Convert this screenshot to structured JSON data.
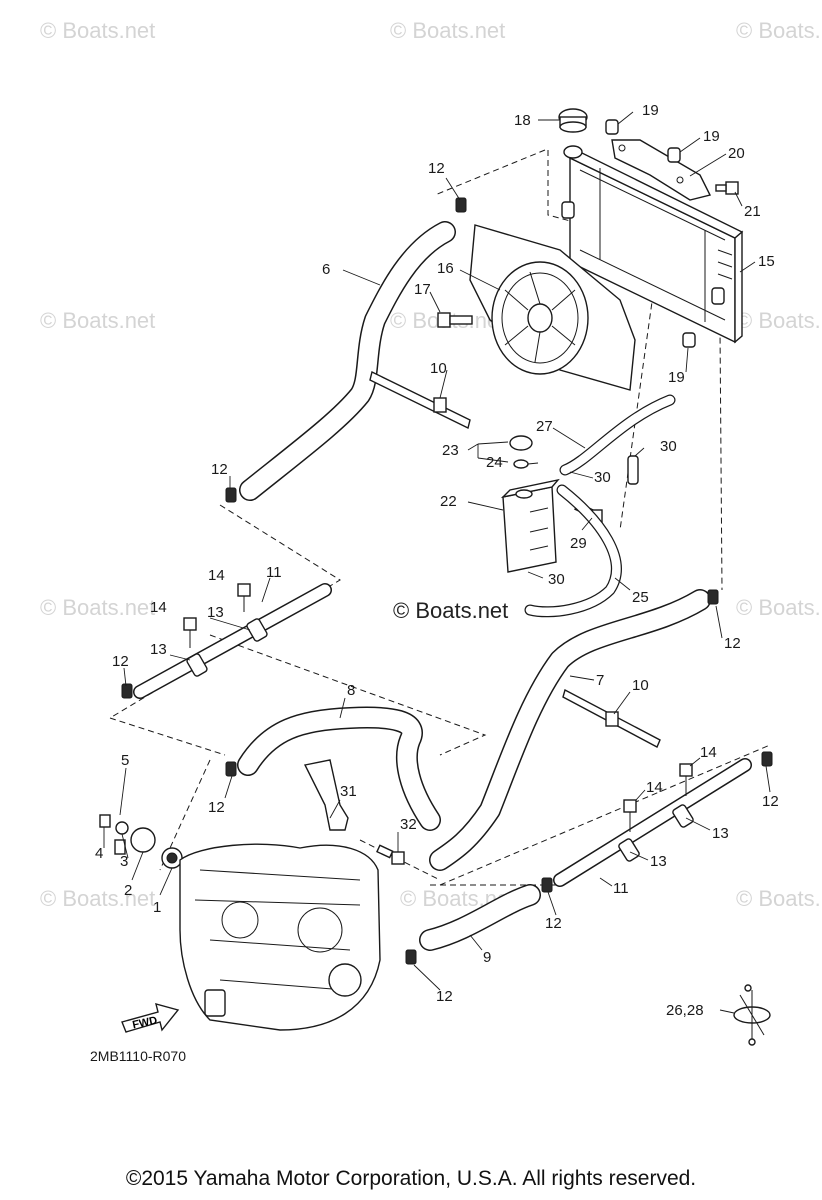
{
  "watermark": "© Boats.net",
  "diagram_code": "2MB1110-R070",
  "fwd_label": "FWD",
  "copyright": "©2015 Yamaha Motor Corporation, U.S.A. All rights reserved.",
  "callouts": {
    "c1": "1",
    "c2": "2",
    "c3": "3",
    "c4": "4",
    "c5": "5",
    "c6": "6",
    "c7": "7",
    "c8": "8",
    "c9": "9",
    "c10a": "10",
    "c10b": "10",
    "c11a": "11",
    "c11b": "11",
    "c12a": "12",
    "c12b": "12",
    "c12c": "12",
    "c12d": "12",
    "c12e": "12",
    "c12f": "12",
    "c12g": "12",
    "c12h": "12",
    "c13a": "13",
    "c13b": "13",
    "c13c": "13",
    "c13d": "13",
    "c14a": "14",
    "c14b": "14",
    "c14c": "14",
    "c14d": "14",
    "c15": "15",
    "c16": "16",
    "c17": "17",
    "c18": "18",
    "c19a": "19",
    "c19b": "19",
    "c19c": "19",
    "c20": "20",
    "c21": "21",
    "c22": "22",
    "c23": "23",
    "c24": "24",
    "c25": "25",
    "c2628": "26,28",
    "c27": "27",
    "c29": "29",
    "c30a": "30",
    "c30b": "30",
    "c30c": "30",
    "c31": "31",
    "c32": "32"
  }
}
